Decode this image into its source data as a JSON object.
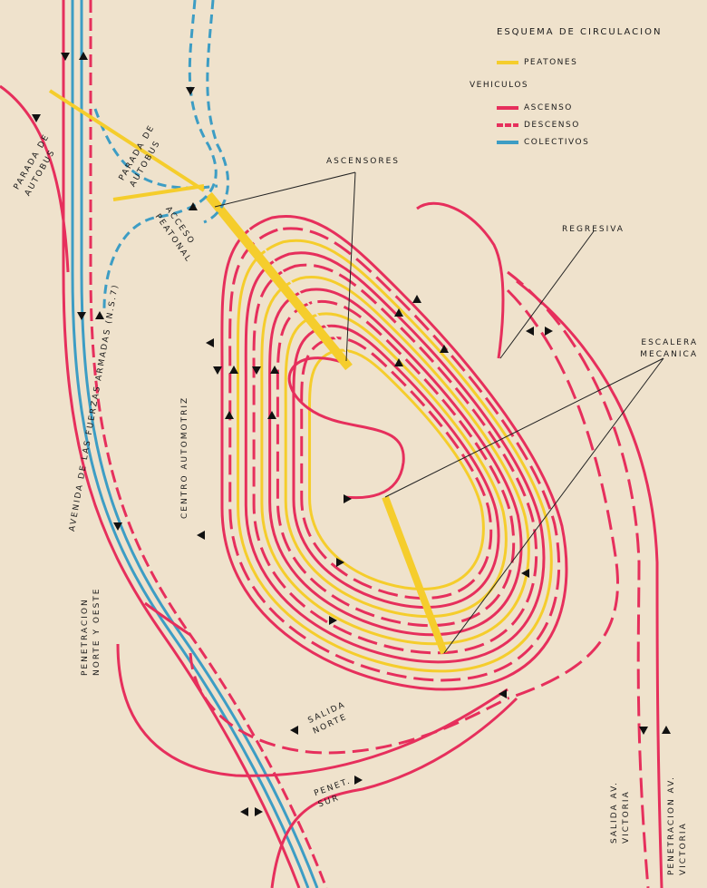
{
  "legend": {
    "title": "ESQUEMA DE CIRCULACION",
    "pedestrians": "PEATONES",
    "vehicles_heading": "VEHICULOS",
    "ascent": "ASCENSO",
    "descent": "DESCENSO",
    "buses": "COLECTIVOS"
  },
  "colors": {
    "background": "#efe2cc",
    "pedestrian": "#f5cd2c",
    "vehicle": "#e62f5c",
    "bus": "#3d9dc4"
  },
  "labels": {
    "bus_stop_left": "PARADA DE AUTOBUS",
    "bus_stop_right": "PARADA DE AUTOBUS",
    "pedestrian_access": "ACCESO PEATONAL",
    "elevators": "ASCENSORES",
    "regressive": "REGRESIVA",
    "escalator": "ESCALERA MECANICA",
    "auto_center": "CENTRO AUTOMOTRIZ",
    "avenue": "AVENIDA DE LAS FUERZAS ARMADAS (N.S.7)",
    "entry_north_west": "PENETRACION NORTE Y OESTE",
    "exit_north": "SALIDA NORTE",
    "entry_south": "PENET. SUR",
    "exit_victoria": "SALIDA AV. VICTORIA",
    "entry_victoria": "PENETRACION AV. VICTORIA"
  }
}
